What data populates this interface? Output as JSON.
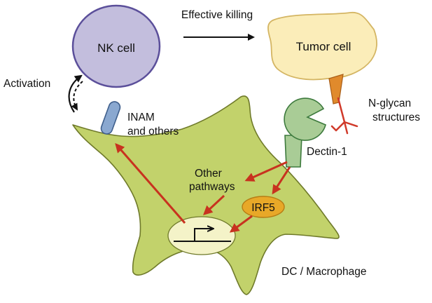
{
  "labels": {
    "nk_cell": "NK cell",
    "effective_killing": "Effective killing",
    "tumor_cell": "Tumor cell",
    "activation": "Activation",
    "n_glycan_line1": "N-glycan",
    "n_glycan_line2": "structures",
    "inam_line1": "INAM",
    "inam_line2": "and others",
    "dectin": "Dectin-1",
    "other_line1": "Other",
    "other_line2": "pathways",
    "irf5": "IRF5",
    "dc_macrophage": "DC / Macrophage"
  },
  "colors": {
    "nk_fill": "#c3bedd",
    "nk_stroke": "#5b4f9a",
    "tumor_fill": "#fbedb9",
    "tumor_stroke": "#d4b563",
    "cell_fill": "#c2d26b",
    "cell_stroke": "#6f7a2a",
    "dectin_fill": "#a9cc96",
    "dectin_stroke": "#3d7a3d",
    "inam_fill": "#8aa8d0",
    "inam_stroke": "#3f5f8c",
    "glycan_orange": "#e08a2c",
    "glycan_red": "#d03a2a",
    "arrow_red": "#c8321f",
    "irf5_fill": "#e8a828",
    "nucleus_fill": "#f4f3c8"
  }
}
